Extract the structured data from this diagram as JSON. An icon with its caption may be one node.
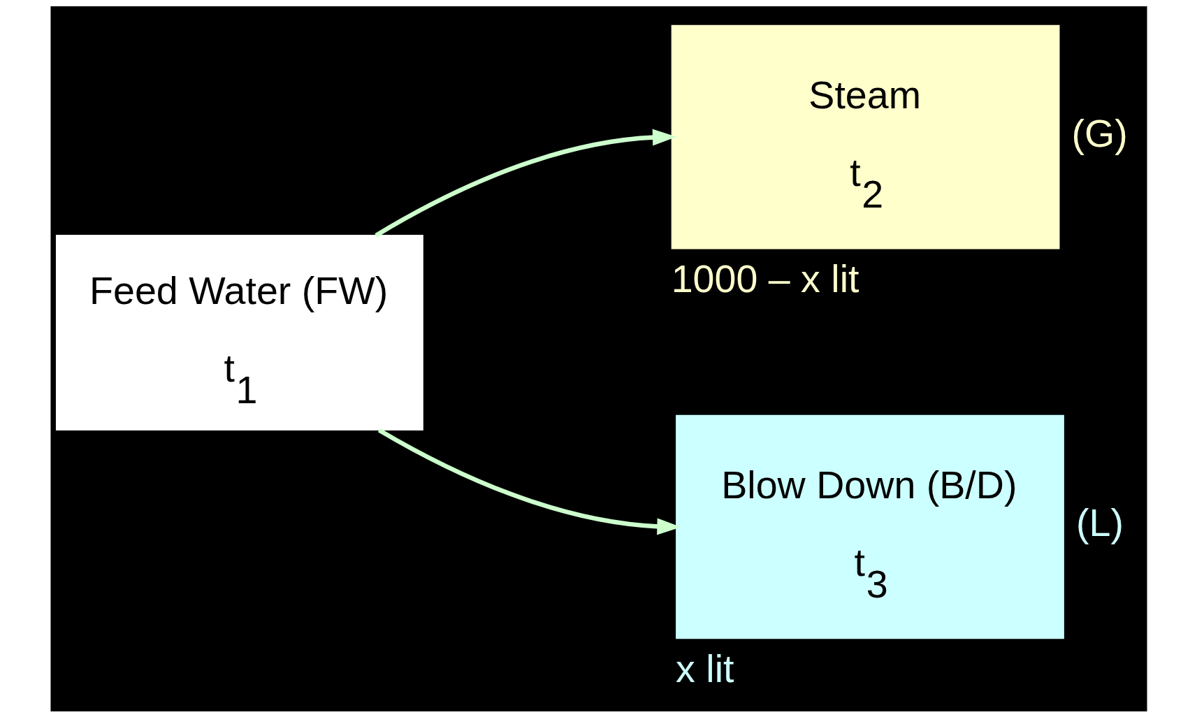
{
  "diagram": {
    "nodes": [
      {
        "text": [
          "Feed Water (FW)",
          "t$_{1}$"
        ]
      },
      {
        "text": [
          "Steam",
          "t$_{2}$"
        ],
        "beside": [
          "(G)",
          "1000 – x lit"
        ]
      },
      {
        "text": [
          "Blow Down (B/D)",
          "t$_{3}$"
        ],
        "beside": [
          "(L)",
          "x lit"
        ]
      }
    ],
    "edges": [
      {
        "from": 0,
        "to": 1,
        "arrow": "to",
        "color": "#ccffcc"
      },
      {
        "from": 0,
        "to": 2,
        "arrow": "to",
        "color": "#ccffcc"
      }
    ]
  }
}
